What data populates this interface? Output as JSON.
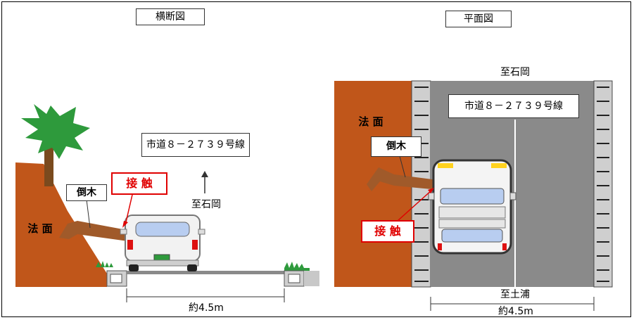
{
  "cross_section": {
    "title": "横断図",
    "road_label": "市道８－２７３９号線",
    "direction": "至石岡",
    "contact": "接 触",
    "fallen_tree": "倒木",
    "slope": "法 面",
    "width": "約4.5m"
  },
  "plan_view": {
    "title": "平面図",
    "direction_top": "至石岡",
    "road_label": "市道８－２７３９号線",
    "slope": "法 面",
    "fallen_tree": "倒木",
    "contact": "接 触",
    "direction_bottom": "至土浦",
    "width": "約4.5m"
  },
  "colors": {
    "slope_brown": "#c0561a",
    "road_gray": "#8a8a8a",
    "contact_red": "#e00000",
    "tree_green": "#2e9a3c",
    "car_window": "#b8cdf0"
  }
}
